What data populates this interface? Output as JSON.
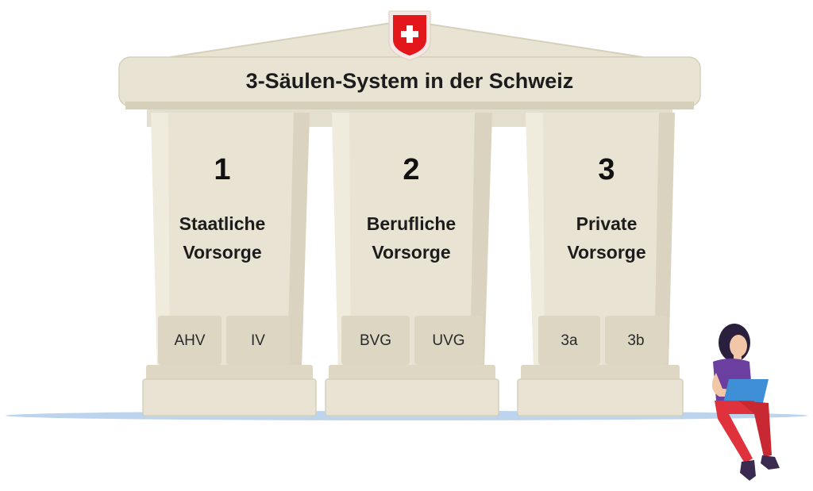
{
  "title": "3-Säulen-System in der Schweiz",
  "pillars": [
    {
      "number": "1",
      "line1": "Staatliche",
      "line2": "Vorsorge",
      "subs": [
        "AHV",
        "IV"
      ]
    },
    {
      "number": "2",
      "line1": "Berufliche",
      "line2": "Vorsorge",
      "subs": [
        "BVG",
        "UVG"
      ]
    },
    {
      "number": "3",
      "line1": "Private",
      "line2": "Vorsorge",
      "subs": [
        "3a",
        "3b"
      ]
    }
  ],
  "colors": {
    "stone": "#e8e3d2",
    "stone_light": "#efebdd",
    "stone_shadow": "#d6d0bb",
    "sub_box": "#dcd6c3",
    "floor": "#bcd4ee",
    "flag_red": "#e3161b"
  },
  "icons": {
    "flag": "swiss-shield-icon",
    "person": "person-with-laptop-icon"
  }
}
